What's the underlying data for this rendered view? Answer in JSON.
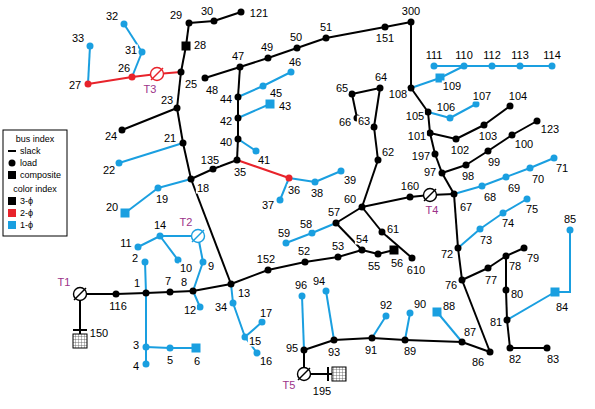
{
  "diagram": {
    "labels": [
      "29",
      "30",
      "121",
      "28",
      "25",
      "48",
      "47",
      "49",
      "50",
      "51",
      "151",
      "300",
      "33",
      "32",
      "31",
      "27",
      "26",
      "T3",
      "23",
      "24",
      "21",
      "22",
      "18",
      "19",
      "20",
      "135",
      "35",
      "36",
      "37",
      "38",
      "39",
      "40",
      "41",
      "42",
      "43",
      "44",
      "45",
      "46",
      "108",
      "109",
      "111",
      "110",
      "112",
      "113",
      "114",
      "105",
      "106",
      "107",
      "101",
      "102",
      "103",
      "104",
      "197",
      "97",
      "98",
      "99",
      "100",
      "123",
      "64",
      "65",
      "66",
      "63",
      "62",
      "60",
      "61",
      "610",
      "160",
      "T4",
      "67",
      "68",
      "69",
      "70",
      "71",
      "72",
      "73",
      "74",
      "75",
      "85",
      "76",
      "77",
      "78",
      "79",
      "80",
      "81",
      "84",
      "82",
      "83",
      "86",
      "87",
      "88",
      "89",
      "90",
      "91",
      "92",
      "93",
      "94",
      "95",
      "96",
      "T5",
      "195",
      "57",
      "58",
      "59",
      "54",
      "55",
      "56",
      "53",
      "52",
      "152",
      "13",
      "34",
      "15",
      "17",
      "16",
      "T2",
      "14",
      "11",
      "10",
      "9",
      "8",
      "12",
      "7",
      "1",
      "2",
      "3",
      "4",
      "5",
      "6",
      "116",
      "T1",
      "150",
      "bus index",
      "color index"
    ],
    "legend": [
      {
        "text": "slack"
      },
      {
        "text": "load"
      },
      {
        "text": "composite"
      },
      {
        "text": "3-ϕ",
        "color": "#000000"
      },
      {
        "text": "2-ϕ",
        "color": "#e8232b"
      },
      {
        "text": "1-ϕ",
        "color": "#1a9fe0"
      }
    ]
  }
}
